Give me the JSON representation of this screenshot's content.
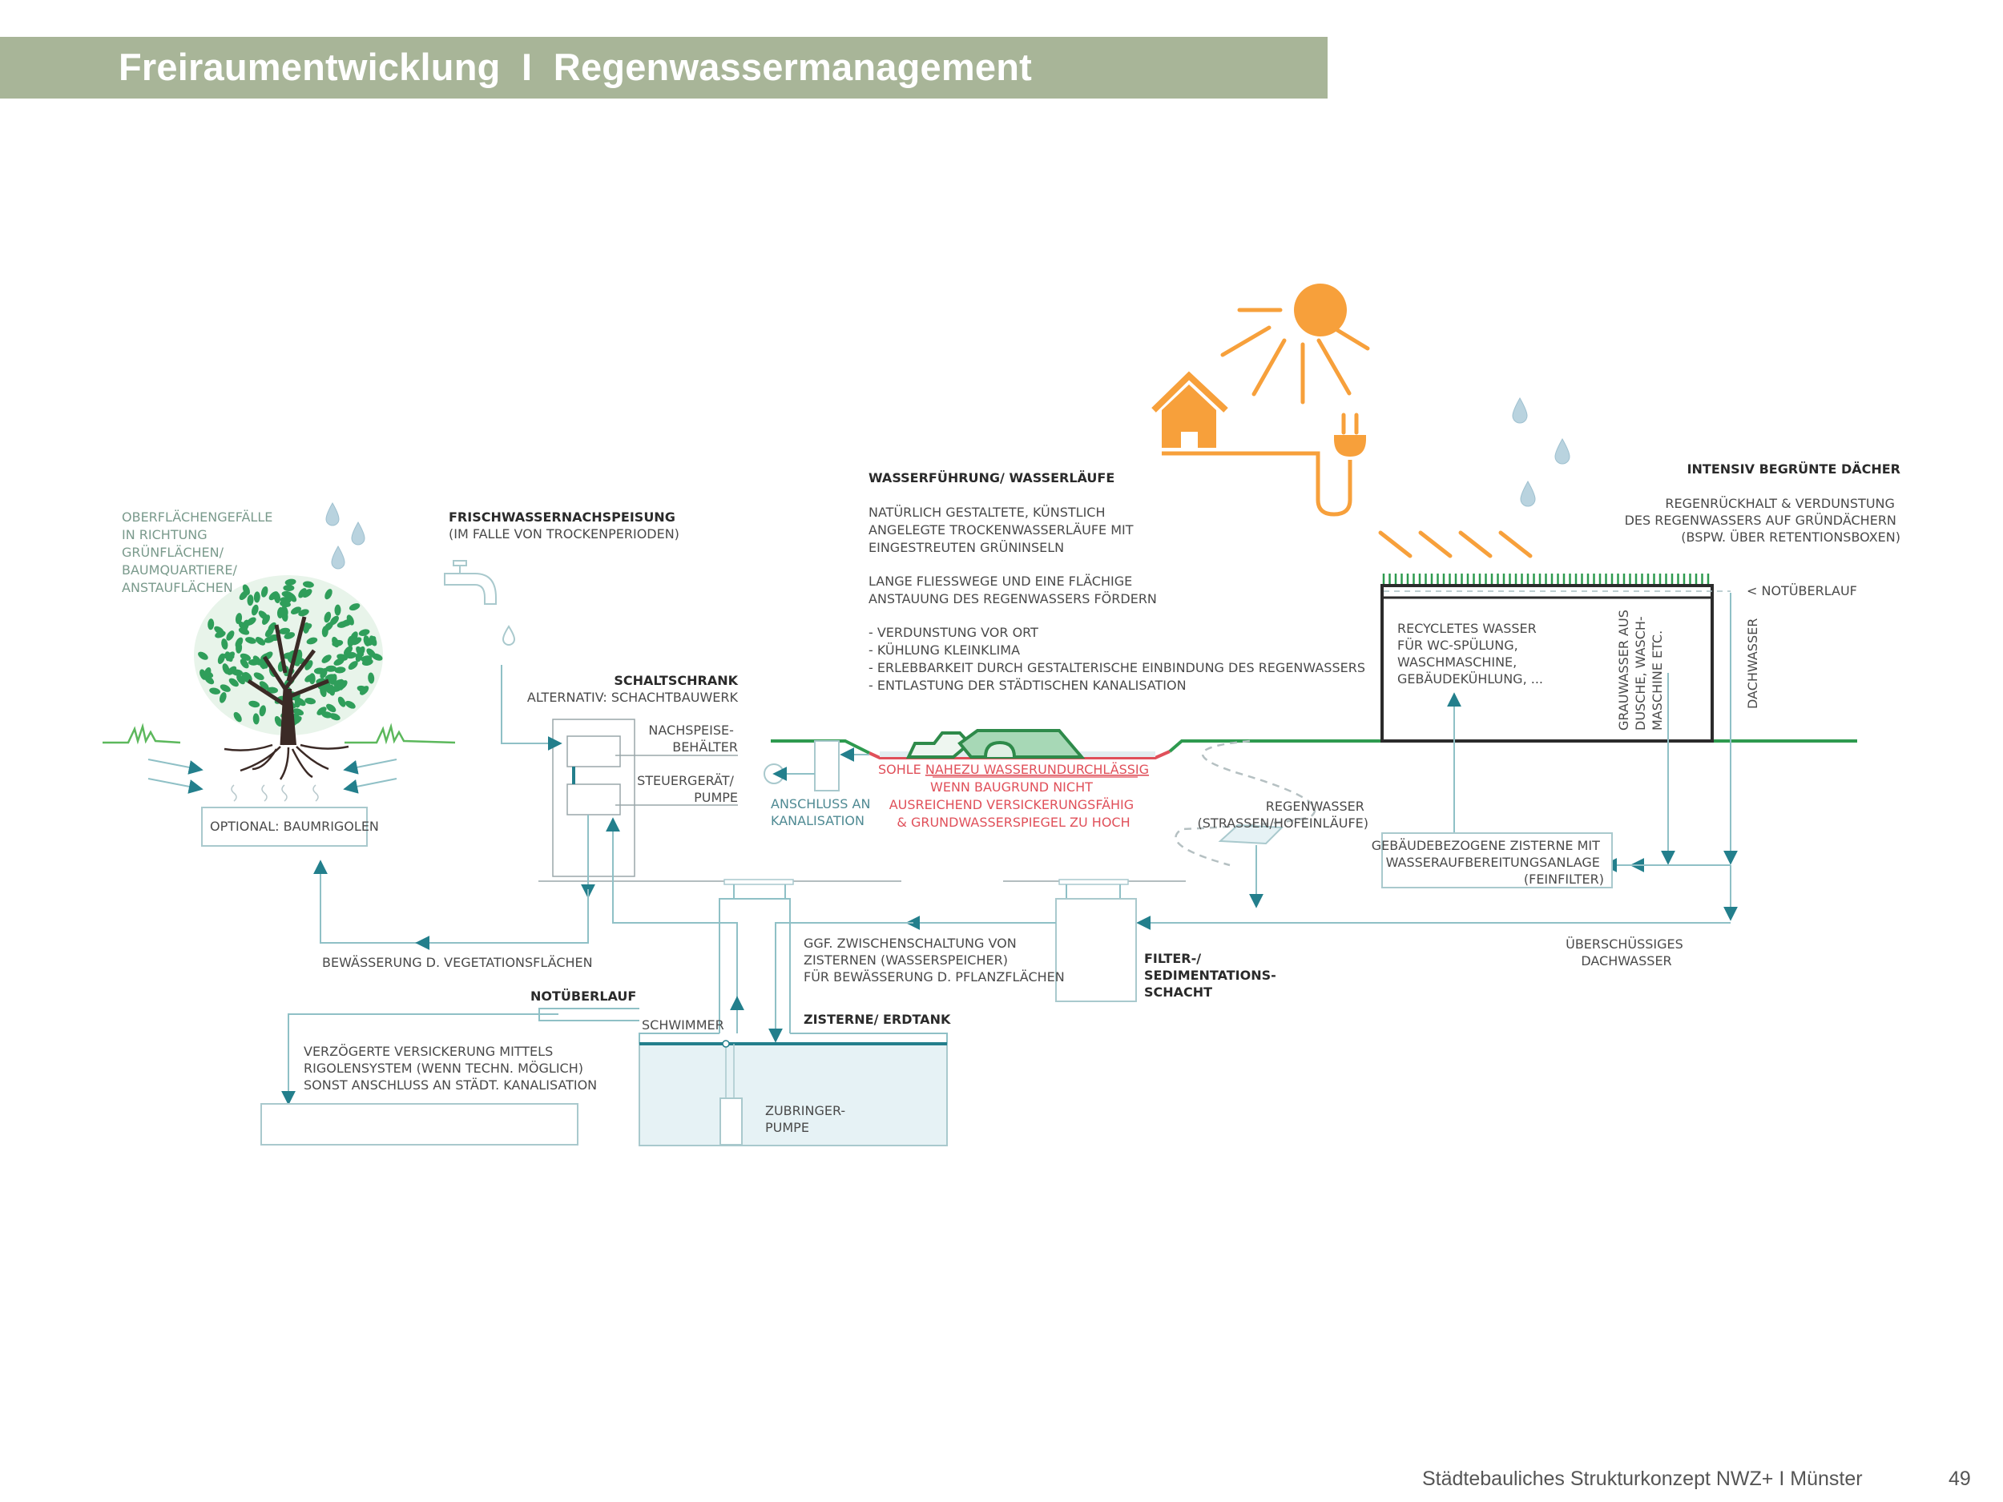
{
  "header": {
    "title": "Freiraumentwicklung  I  Regenwassermanagement"
  },
  "footer": {
    "text": "Städtebauliches Strukturkonzept NWZ+ I Münster",
    "page_number": "49"
  },
  "colors": {
    "header_bar": "#a8b598",
    "pipe": "#8fc0c6",
    "arrow": "#237f8c",
    "ground_green": "#2e9a4f",
    "grass_light": "#5cb85c",
    "warning_red": "#e0505a",
    "solar_orange": "#f7a03b",
    "raindrop": "#b9d3df",
    "tank_water": "#e6f2f5"
  },
  "diagram": {
    "tree_section": {
      "surface_note": [
        "OBERFLÄCHENGEFÄLLE",
        "IN RICHTUNG",
        "GRÜNFLÄCHEN/",
        "BAUMQUARTIERE/",
        "ANSTAUFLÄCHEN"
      ],
      "baumrigolen": "OPTIONAL: BAUMRIGOLEN"
    },
    "frischwasser": {
      "title": "FRISCHWASSERNACHSPEISUNG",
      "subtitle": "(IM FALLE VON TROCKENPERIODEN)"
    },
    "schaltschrank": {
      "title": "SCHALTSCHRANK",
      "subtitle": "ALTERNATIV: SCHACHTBAUWERK",
      "nachspeise": [
        "NACHSPEISE-",
        "BEHÄLTER"
      ],
      "steuergeraet": [
        "STEUERGERÄT/",
        "PUMPE"
      ]
    },
    "kanalisation": [
      "ANSCHLUSS AN",
      "KANALISATION"
    ],
    "wasserfuehrung": {
      "title": "WASSERFÜHRUNG/ WASSERLÄUFE",
      "para1": [
        "NATÜRLICH GESTALTETE, KÜNSTLICH",
        "ANGELEGTE TROCKENWASSERLÄUFE MIT",
        "EINGESTREUTEN GRÜNINSELN"
      ],
      "para2": [
        "LANGE FLIESSWEGE UND EINE FLÄCHIGE",
        "ANSTAUUNG DES REGENWASSERS FÖRDERN"
      ],
      "bullets": [
        "- VERDUNSTUNG VOR ORT",
        "- KÜHLUNG KLEINKLIMA",
        "- ERLEBBARKEIT DURCH GESTALTERISCHE EINBINDUNG DES REGENWASSERS",
        "- ENTLASTUNG DER STÄDTISCHEN KANALISATION"
      ]
    },
    "sohle": {
      "prefix": "SOHLE ",
      "underlined": "NAHEZU WASSERUNDURCHLÄSSIG",
      "lines": [
        "WENN BAUGRUND NICHT",
        "AUSREICHEND VERSICKERUNGSFÄHIG",
        "& GRUNDWASSERSPIEGEL ZU HOCH"
      ]
    },
    "regenwasser": [
      "REGENWASSER",
      "(STRASSEN/HOFEINLÄUFE)"
    ],
    "roof": {
      "title": "INTENSIV BEGRÜNTE DÄCHER",
      "text": [
        "REGENRÜCKHALT & VERDUNSTUNG",
        "DES REGENWASSERS AUF GRÜNDÄCHERN",
        "(BSPW. ÜBER RETENTIONSBOXEN)"
      ],
      "notueberlauf": "< NOTÜBERLAUF"
    },
    "building": {
      "recycled": [
        "RECYCLETES WASSER",
        "FÜR WC-SPÜLUNG,",
        "WASCHMASCHINE,",
        "GEBÄUDEKÜHLUNG, ..."
      ],
      "grauwasser": [
        "GRAUWASSER AUS",
        "DUSCHE, WASCH-",
        "MASCHINE ETC."
      ],
      "dachwasser": "DACHWASSER"
    },
    "gebaeude_zisterne": [
      "GEBÄUDEBEZOGENE  ZISTERNE MIT",
      "WASSERAUFBEREITUNGSANLAGE",
      "(FEINFILTER)"
    ],
    "ueberschuessig": [
      "ÜBERSCHÜSSIGES",
      "DACHWASSER"
    ],
    "bewaesserung": "BEWÄSSERUNG D. VEGETATIONSFLÄCHEN",
    "zwischenschaltung": [
      "GGF. ZWISCHENSCHALTUNG VON",
      "ZISTERNEN (WASSERSPEICHER)",
      "FÜR BEWÄSSERUNG D. PFLANZFLÄCHEN"
    ],
    "filter": [
      "FILTER-/",
      "SEDIMENTATIONS-",
      "SCHACHT"
    ],
    "notueberlauf": "NOTÜBERLAUF",
    "schwimmer": "SCHWIMMER",
    "zisterne": "ZISTERNE/ ERDTANK",
    "zubringer": [
      "ZUBRINGER-",
      "PUMPE"
    ],
    "versickerung": [
      "VERZÖGERTE VERSICKERUNG MITTELS",
      "RIGOLENSYSTEM (WENN TECHN. MÖGLICH)",
      "SONST ANSCHLUSS AN STÄDT. KANALISATION"
    ]
  }
}
